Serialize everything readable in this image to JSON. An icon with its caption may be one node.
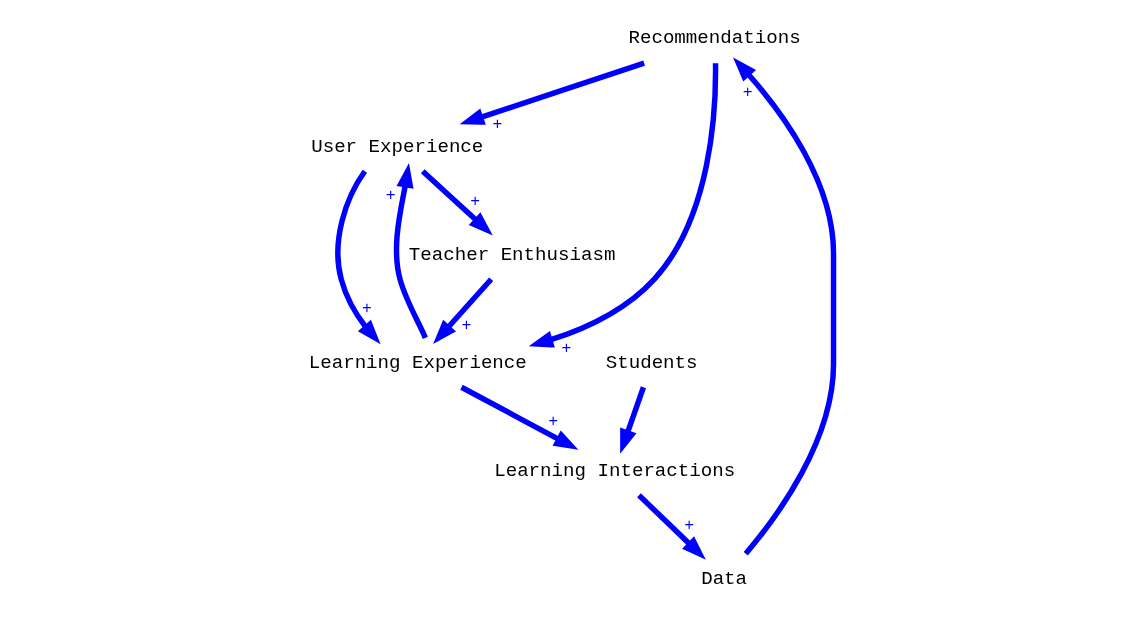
{
  "diagram": {
    "nodes": [
      {
        "text": [
          "Recommendations"
        ]
      },
      {
        "text": [
          "User Experience"
        ]
      },
      {
        "text": [
          "Data"
        ]
      },
      {
        "text": [
          "Learning Experience"
        ]
      },
      {
        "text": [
          "Teacher Enthusiasm"
        ]
      },
      {
        "text": [
          "Students"
        ]
      },
      {
        "text": [
          "Learning Interactions"
        ]
      }
    ],
    "edges": [
      {
        "from": 0,
        "to": 1,
        "arrow": "to",
        "label": "+"
      },
      {
        "from": 0,
        "to": 3,
        "arrow": "to",
        "label": "+"
      },
      {
        "from": 3,
        "to": 1,
        "arrow": "to",
        "label": "+"
      },
      {
        "from": 1,
        "to": 3,
        "arrow": "to",
        "label": "+"
      },
      {
        "from": 1,
        "to": 4,
        "arrow": "to",
        "label": "+"
      },
      {
        "from": 4,
        "to": 3,
        "arrow": "to",
        "label": "+"
      },
      {
        "from": 3,
        "to": 6,
        "arrow": "to",
        "label": "+"
      },
      {
        "from": 5,
        "to": 6,
        "arrow": "to"
      },
      {
        "from": 6,
        "to": 2,
        "arrow": "to",
        "label": "+"
      },
      {
        "from": 2,
        "to": 0,
        "arrow": "to",
        "label": "+"
      }
    ]
  }
}
